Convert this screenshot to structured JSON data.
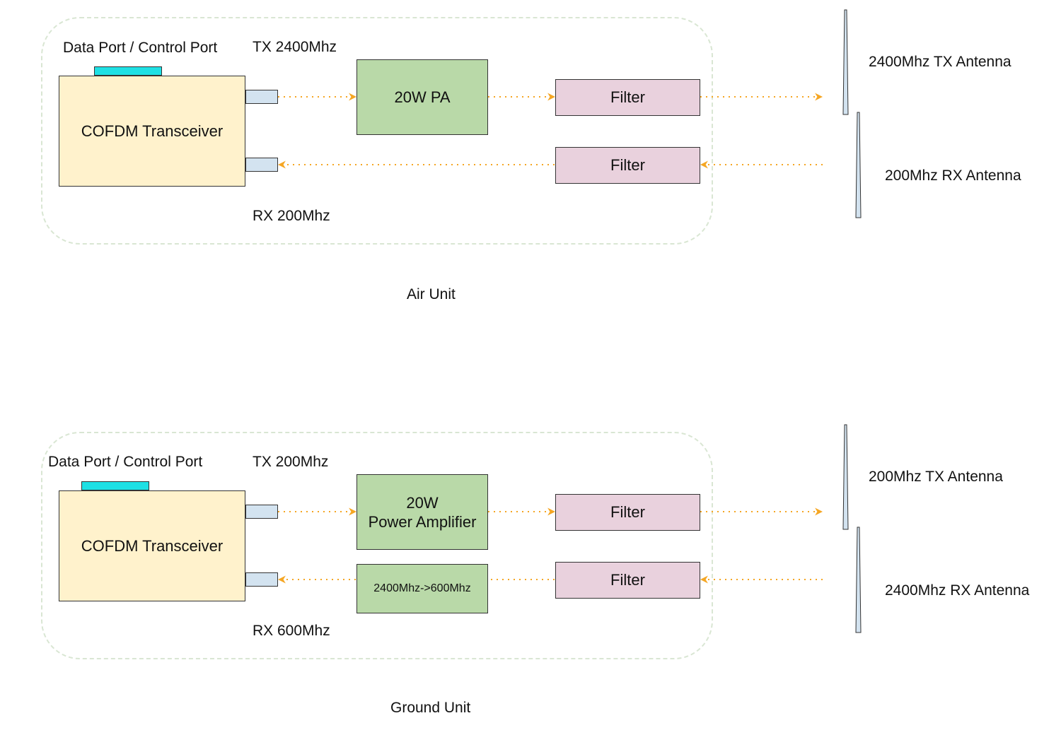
{
  "colors": {
    "transceiver": "#fff2cc",
    "data_port": "#1ee0e4",
    "rf_connector": "#d3e3f0",
    "amplifier": "#b9d9a8",
    "filter": "#e9d1dd",
    "signal_arrow": "#f5a623",
    "enclosure_border": "#d9e6d3"
  },
  "air_unit": {
    "caption": "Air Unit",
    "data_port_label": "Data Port / Control Port",
    "tx_label": "TX  2400Mhz",
    "rx_label": "RX  200Mhz",
    "transceiver": "COFDM Transceiver",
    "pa_lines": [
      "20W PA"
    ],
    "tx_filter": "Filter",
    "rx_filter": "Filter",
    "tx_antenna": "2400Mhz TX  Antenna",
    "rx_antenna": "200Mhz RX Antenna"
  },
  "ground_unit": {
    "caption": "Ground Unit",
    "data_port_label": "Data Port / Control Port",
    "tx_label": "TX  200Mhz",
    "rx_label": "RX  600Mhz",
    "transceiver": "COFDM Transceiver",
    "pa_lines": [
      "20W",
      "Power Amplifier"
    ],
    "converter": "2400Mhz->600Mhz",
    "tx_filter": "Filter",
    "rx_filter": "Filter",
    "tx_antenna": "200Mhz TX Antenna",
    "rx_antenna": "2400Mhz RX Antenna"
  }
}
